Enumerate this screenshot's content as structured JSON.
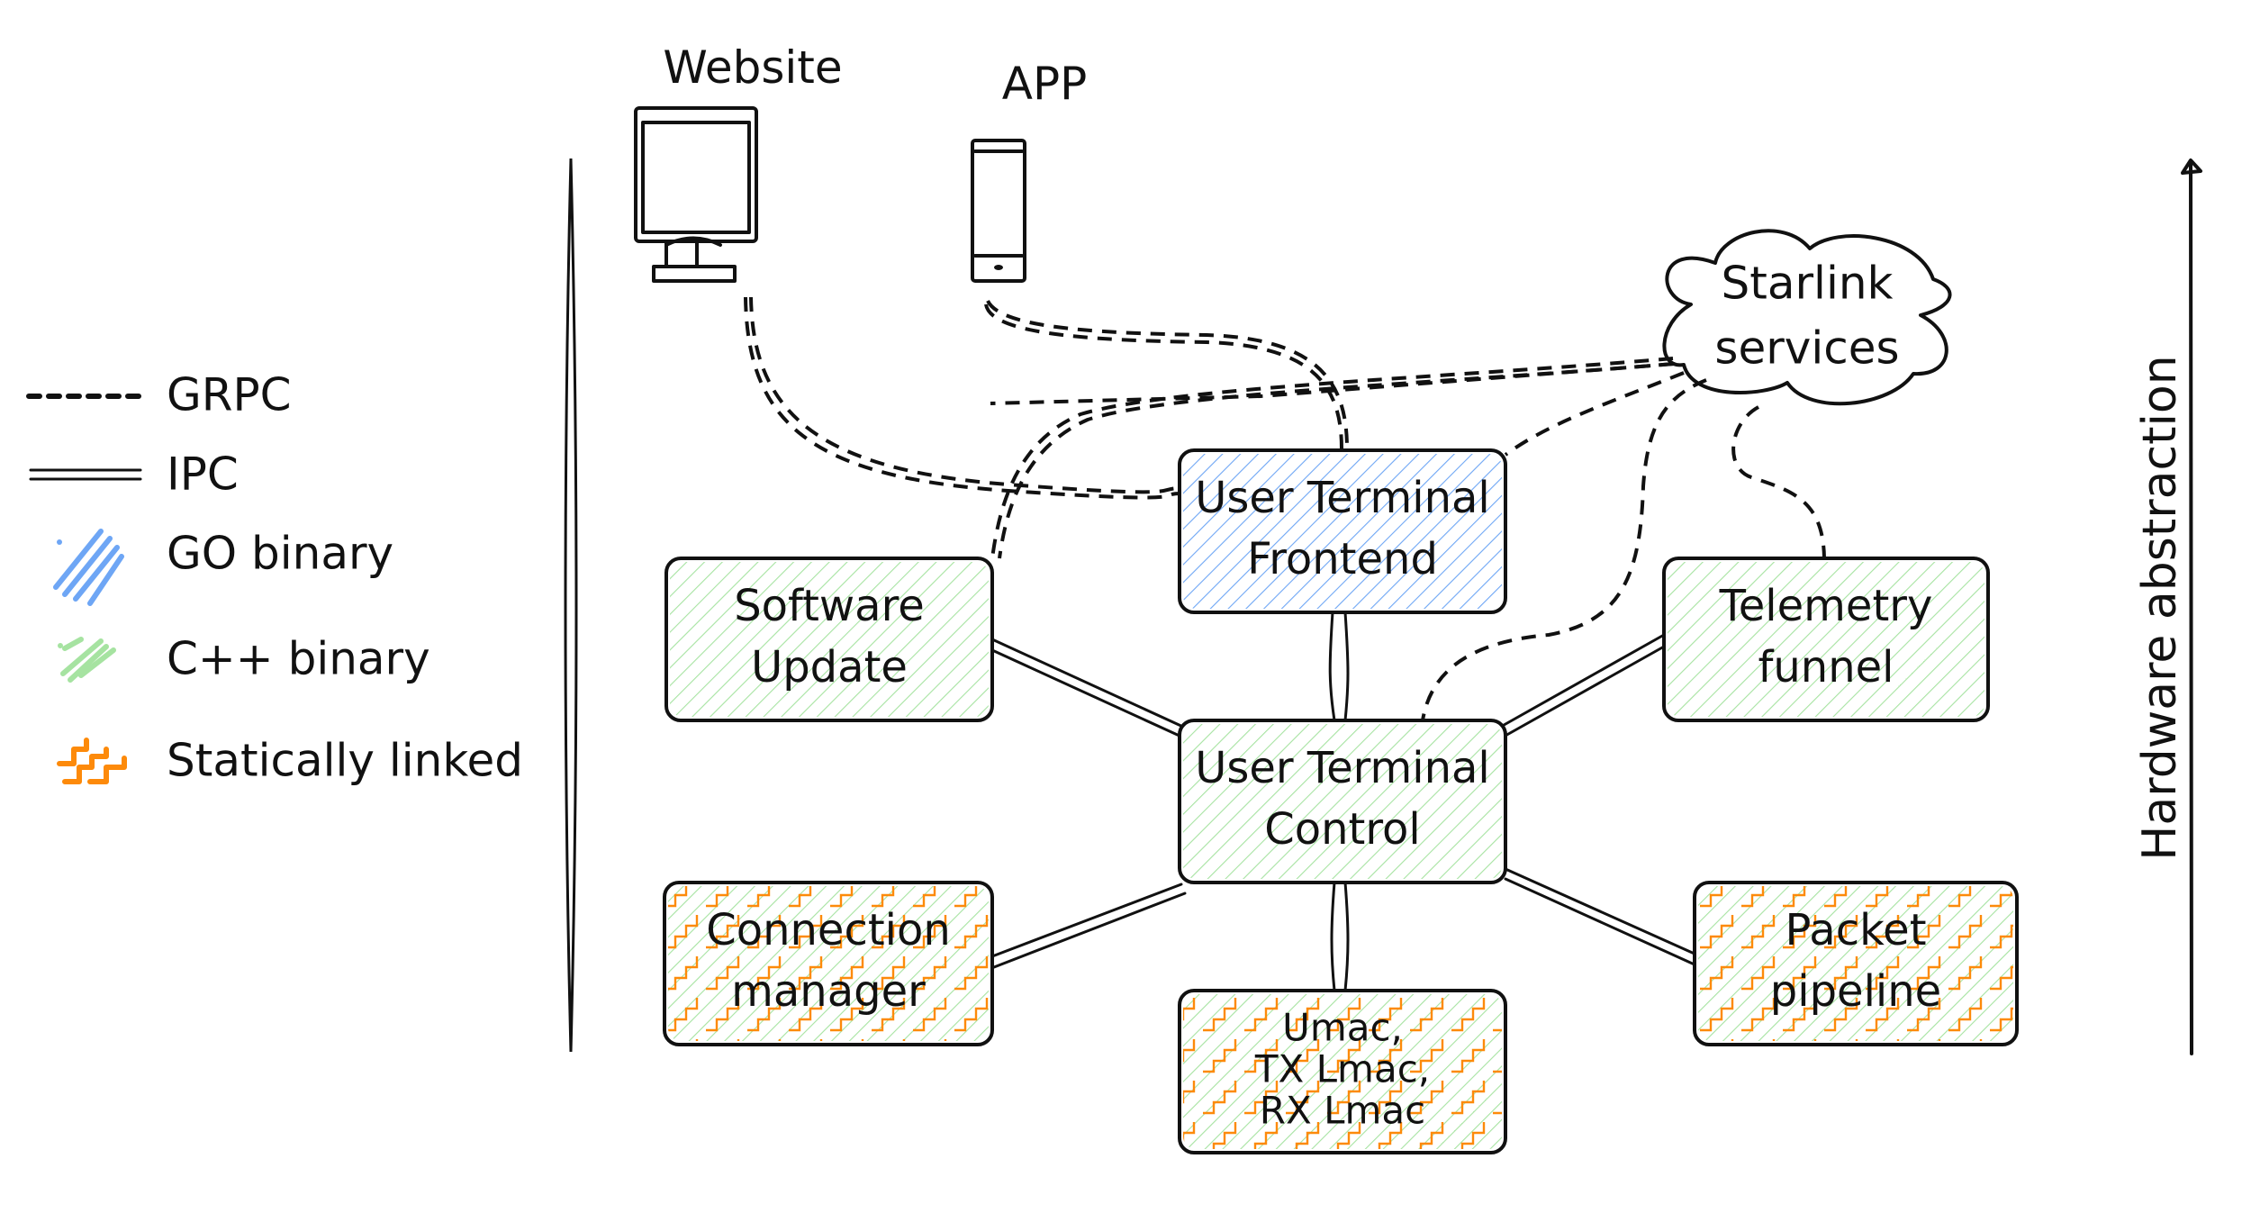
{
  "colors": {
    "go": "#6ea6f5",
    "cpp": "#a6e3a1",
    "static": "#fd8a0a",
    "ink": "#111111"
  },
  "legend": [
    {
      "key": "grpc",
      "label": "GRPC",
      "icon": "dotted-line-icon"
    },
    {
      "key": "ipc",
      "label": "IPC",
      "icon": "double-line-icon"
    },
    {
      "key": "go",
      "label": "GO binary",
      "icon": "blue-hatch-icon"
    },
    {
      "key": "cpp",
      "label": "C++ binary",
      "icon": "green-hatch-icon"
    },
    {
      "key": "static",
      "label": "Statically linked",
      "icon": "orange-zigzag-icon"
    }
  ],
  "clients": {
    "website": {
      "label": "Website",
      "icon": "monitor-icon"
    },
    "app": {
      "label": "APP",
      "icon": "phone-icon"
    }
  },
  "cloud": {
    "lines": [
      "Starlink",
      "services"
    ]
  },
  "axis": {
    "label": "Hardware abstraction"
  },
  "nodes": [
    {
      "id": "frontend",
      "lines": [
        "User Terminal",
        "Frontend"
      ],
      "kind": "go",
      "static": false
    },
    {
      "id": "software-update",
      "lines": [
        "Software",
        "Update"
      ],
      "kind": "cpp",
      "static": false
    },
    {
      "id": "telemetry",
      "lines": [
        "Telemetry",
        "funnel"
      ],
      "kind": "cpp",
      "static": false
    },
    {
      "id": "control",
      "lines": [
        "User Terminal",
        "Control"
      ],
      "kind": "cpp",
      "static": false
    },
    {
      "id": "connection-manager",
      "lines": [
        "Connection",
        "manager"
      ],
      "kind": "cpp",
      "static": true
    },
    {
      "id": "umac",
      "lines": [
        "Umac,",
        "TX Lmac,",
        "RX Lmac"
      ],
      "kind": "cpp",
      "static": true
    },
    {
      "id": "packet-pipeline",
      "lines": [
        "Packet",
        "pipeline"
      ],
      "kind": "cpp",
      "static": true
    }
  ],
  "edges": [
    {
      "from": "website",
      "to": "frontend",
      "type": "grpc"
    },
    {
      "from": "app",
      "to": "frontend",
      "type": "grpc"
    },
    {
      "from": "cloud",
      "to": "frontend",
      "type": "grpc"
    },
    {
      "from": "cloud",
      "to": "software-update",
      "type": "grpc"
    },
    {
      "from": "cloud",
      "to": "control",
      "type": "grpc"
    },
    {
      "from": "cloud",
      "to": "telemetry",
      "type": "grpc"
    },
    {
      "from": "frontend",
      "to": "control",
      "type": "ipc"
    },
    {
      "from": "software-update",
      "to": "control",
      "type": "ipc"
    },
    {
      "from": "telemetry",
      "to": "control",
      "type": "ipc"
    },
    {
      "from": "connection-manager",
      "to": "control",
      "type": "ipc"
    },
    {
      "from": "umac",
      "to": "control",
      "type": "ipc"
    },
    {
      "from": "packet-pipeline",
      "to": "control",
      "type": "ipc"
    }
  ]
}
